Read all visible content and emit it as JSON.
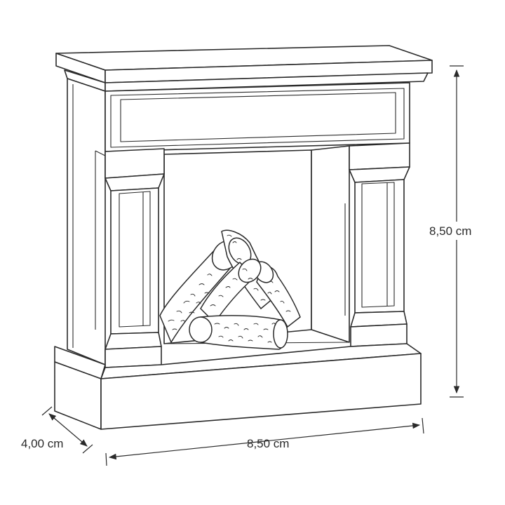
{
  "dimensions": {
    "height_label": "8,50 cm",
    "width_label": "8,50 cm",
    "depth_label": "4,00 cm"
  }
}
